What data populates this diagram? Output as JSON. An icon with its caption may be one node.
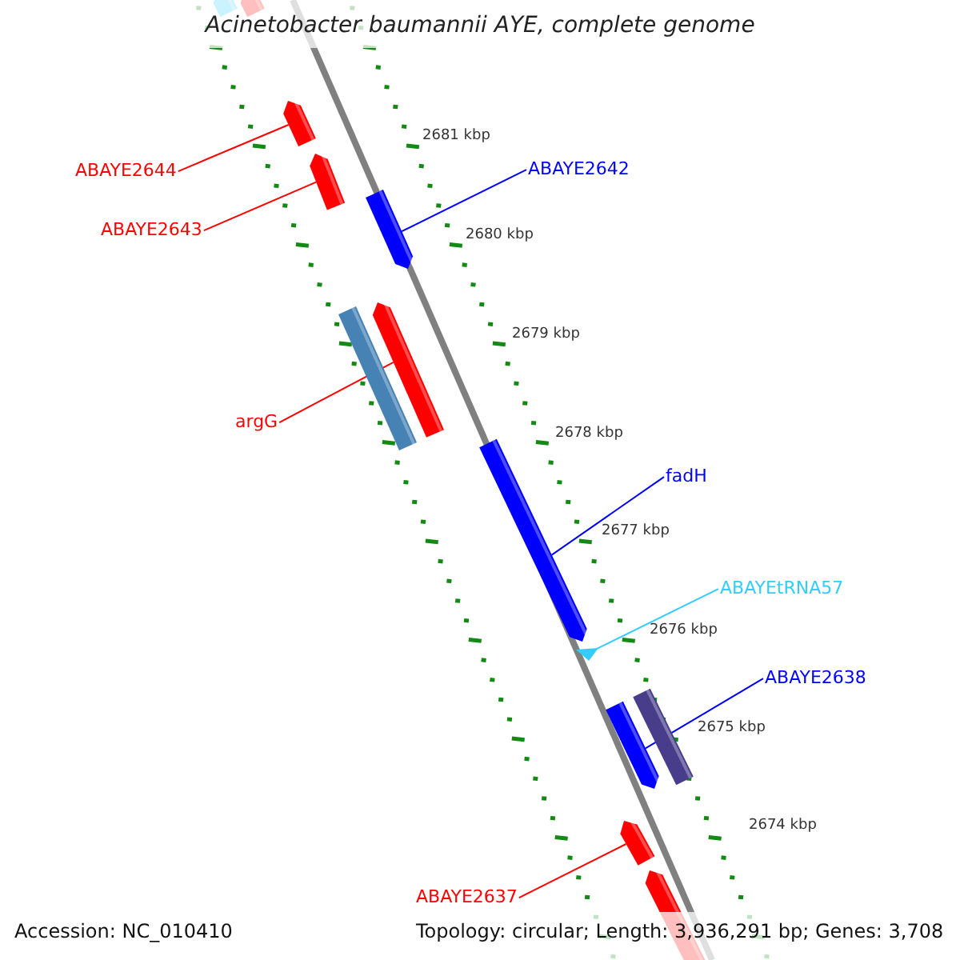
{
  "diagram": {
    "title": "Acinetobacter baumannii AYE, complete genome",
    "nodes": [
      {
        "text": [
          "ABAYE2644"
        ]
      },
      {
        "text": [
          "ABAYE2643"
        ]
      },
      {
        "text": [
          "ABAYE2642"
        ]
      },
      {
        "text": [
          "argG"
        ]
      },
      {
        "text": [
          "fadH"
        ]
      },
      {
        "text": [
          "ABAYEtRNA57"
        ]
      },
      {
        "text": [
          "ABAYE2638"
        ]
      },
      {
        "text": [
          "ABAYE2637"
        ]
      },
      {
        "text": [],
        "shape": "bar"
      },
      {
        "text": [],
        "shape": "bar"
      },
      {
        "text": [],
        "shape": "bar"
      },
      {
        "text": [],
        "shape": "bar"
      },
      {
        "text": [],
        "shape": "bar"
      },
      {
        "text": [],
        "shape": "bar"
      },
      {
        "text": [],
        "shape": "bar"
      },
      {
        "text": [],
        "shape": "bar"
      },
      {
        "text": [],
        "shape": "bar"
      },
      {
        "text": [],
        "shape": "bar"
      },
      {
        "text": [],
        "shape": "bar"
      },
      {
        "text": [],
        "shape": "bar"
      },
      {
        "text": [],
        "shape": "bar"
      }
    ],
    "edges": [
      {
        "from": 0,
        "to": 10,
        "arrow": "none"
      },
      {
        "from": 1,
        "to": 11,
        "arrow": "none"
      },
      {
        "from": 2,
        "to": 12,
        "arrow": "none",
        "color": "#0000ff"
      },
      {
        "from": 3,
        "to": 14,
        "arrow": "none"
      },
      {
        "from": 4,
        "to": 15,
        "arrow": "none",
        "color": "#0000ff"
      },
      {
        "from": 5,
        "to": 16,
        "arrow": "none",
        "color": "#33ccff"
      },
      {
        "from": 6,
        "to": 17,
        "arrow": "none",
        "color": "#0000ff"
      },
      {
        "from": 7,
        "to": 19,
        "arrow": "none"
      }
    ],
    "labels": [
      "2681 kbp",
      "2680 kbp",
      "2679 kbp",
      "2678 kbp",
      "2677 kbp",
      "2676 kbp",
      "2675 kbp",
      "2674 kbp",
      "Accession: NC_010410",
      "Topology: circular; Length: 3,936,291 bp; Genes: 3,708"
    ]
  }
}
